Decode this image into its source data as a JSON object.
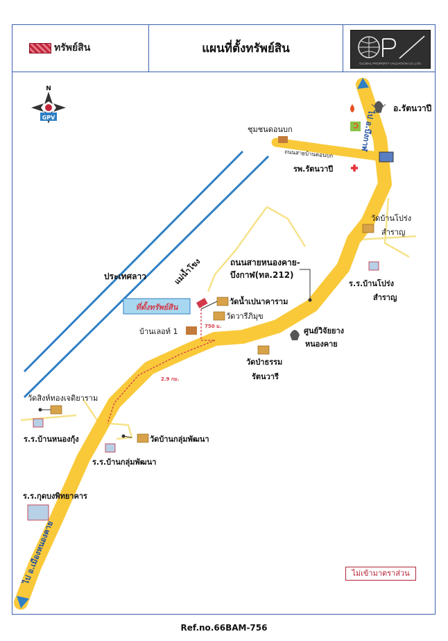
{
  "header": {
    "legend_label": "ทรัพย์สิน",
    "title": "แผนที่ตั้งทรัพย์สิน",
    "logo_caption": "GLOBAL PROPERTY VALUATION CO.,LTD."
  },
  "compass": {
    "north": "N",
    "brand": "GPV"
  },
  "roads": {
    "main_road": "ถนนสายหนองคาย-บึงกาฬ(ทล.212)",
    "main_road_line1": "ถนนสายหนองคาย-",
    "main_road_line2": "บึงกาฬ(ทล.212)",
    "side_road": "ถนนสายบ้านดอนบก",
    "to_bueng_kan": "ไป อ.บึงกาฬ",
    "to_nong_khai": "ไป อ.เมืองหนองคาย"
  },
  "river": {
    "mekong": "แม่น้ำโขง",
    "laos": "ประเทศลาว"
  },
  "property": {
    "label": "ที่ตั้งทรัพย์สิน",
    "dist_1": "750 ม.",
    "dist_2": "2.9 กม."
  },
  "places": {
    "rattanawapi_district": "อ.รัตนวาปี",
    "don_bok_community": "ชุมชนดอนบก",
    "rattanawapi_hospital": "รพ.รัตนวาปี",
    "wat_ban_prong": "วัดบ้านโปร่ง",
    "saran": "สำราญ",
    "school_ban_prong": "ร.ร.บ้านโปร่ง",
    "wat_nam_pen": "วัดน้ำเปนาคาราม",
    "wat_wari": "วัดวารีภิมุข",
    "rubber_center_1": "ศูนย์วิจัยยาง",
    "rubber_center_2": "หนองคาย",
    "ban_lert": "บ้านเลอท์ 1",
    "wat_pa_1": "วัดป่าธรรม",
    "wat_pa_2": "รัตนวารี",
    "wat_sing": "วัดสิงห์ทองเจดิยาราม",
    "school_nong_kung": "ร.ร.บ้านหนองกุ้ง",
    "wat_klum": "วัดบ้านกลุ่มพัฒนา",
    "school_klum": "ร.ร.บ้านกลุ่มพัฒนา",
    "school_kud": "ร.ร.กุดบงพิทยาคาร"
  },
  "footer": {
    "scale_note": "ไม่เข้ามาตราส่วน",
    "ref": "Ref.no.66BAM-756"
  },
  "colors": {
    "road": "#f9c93a",
    "river": "#2f7fc4",
    "frame": "#3b5fae",
    "property": "#d23a4a",
    "minor_road": "#f6e28a"
  }
}
